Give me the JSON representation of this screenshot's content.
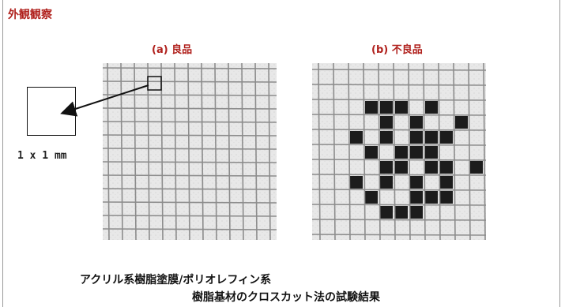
{
  "page": {
    "section_title": "外観観察",
    "panel_a_label": "(a) 良品",
    "panel_b_label": "(b) 不良品",
    "scale_label": "1 x 1 mm",
    "caption_line1": "アクリル系樹脂塗膜/ポリオレフィン系",
    "caption_line2": "樹脂基材のクロスカット法の試験結果"
  },
  "colors": {
    "accent": "#b0201c",
    "grid_line": "#8c8c8c",
    "photo_bg": "#e6e6e6",
    "peeled": "#1c1c1c"
  },
  "icons": {
    "arrow": "double-headed-arrow",
    "scale_square": "square-outline"
  }
}
